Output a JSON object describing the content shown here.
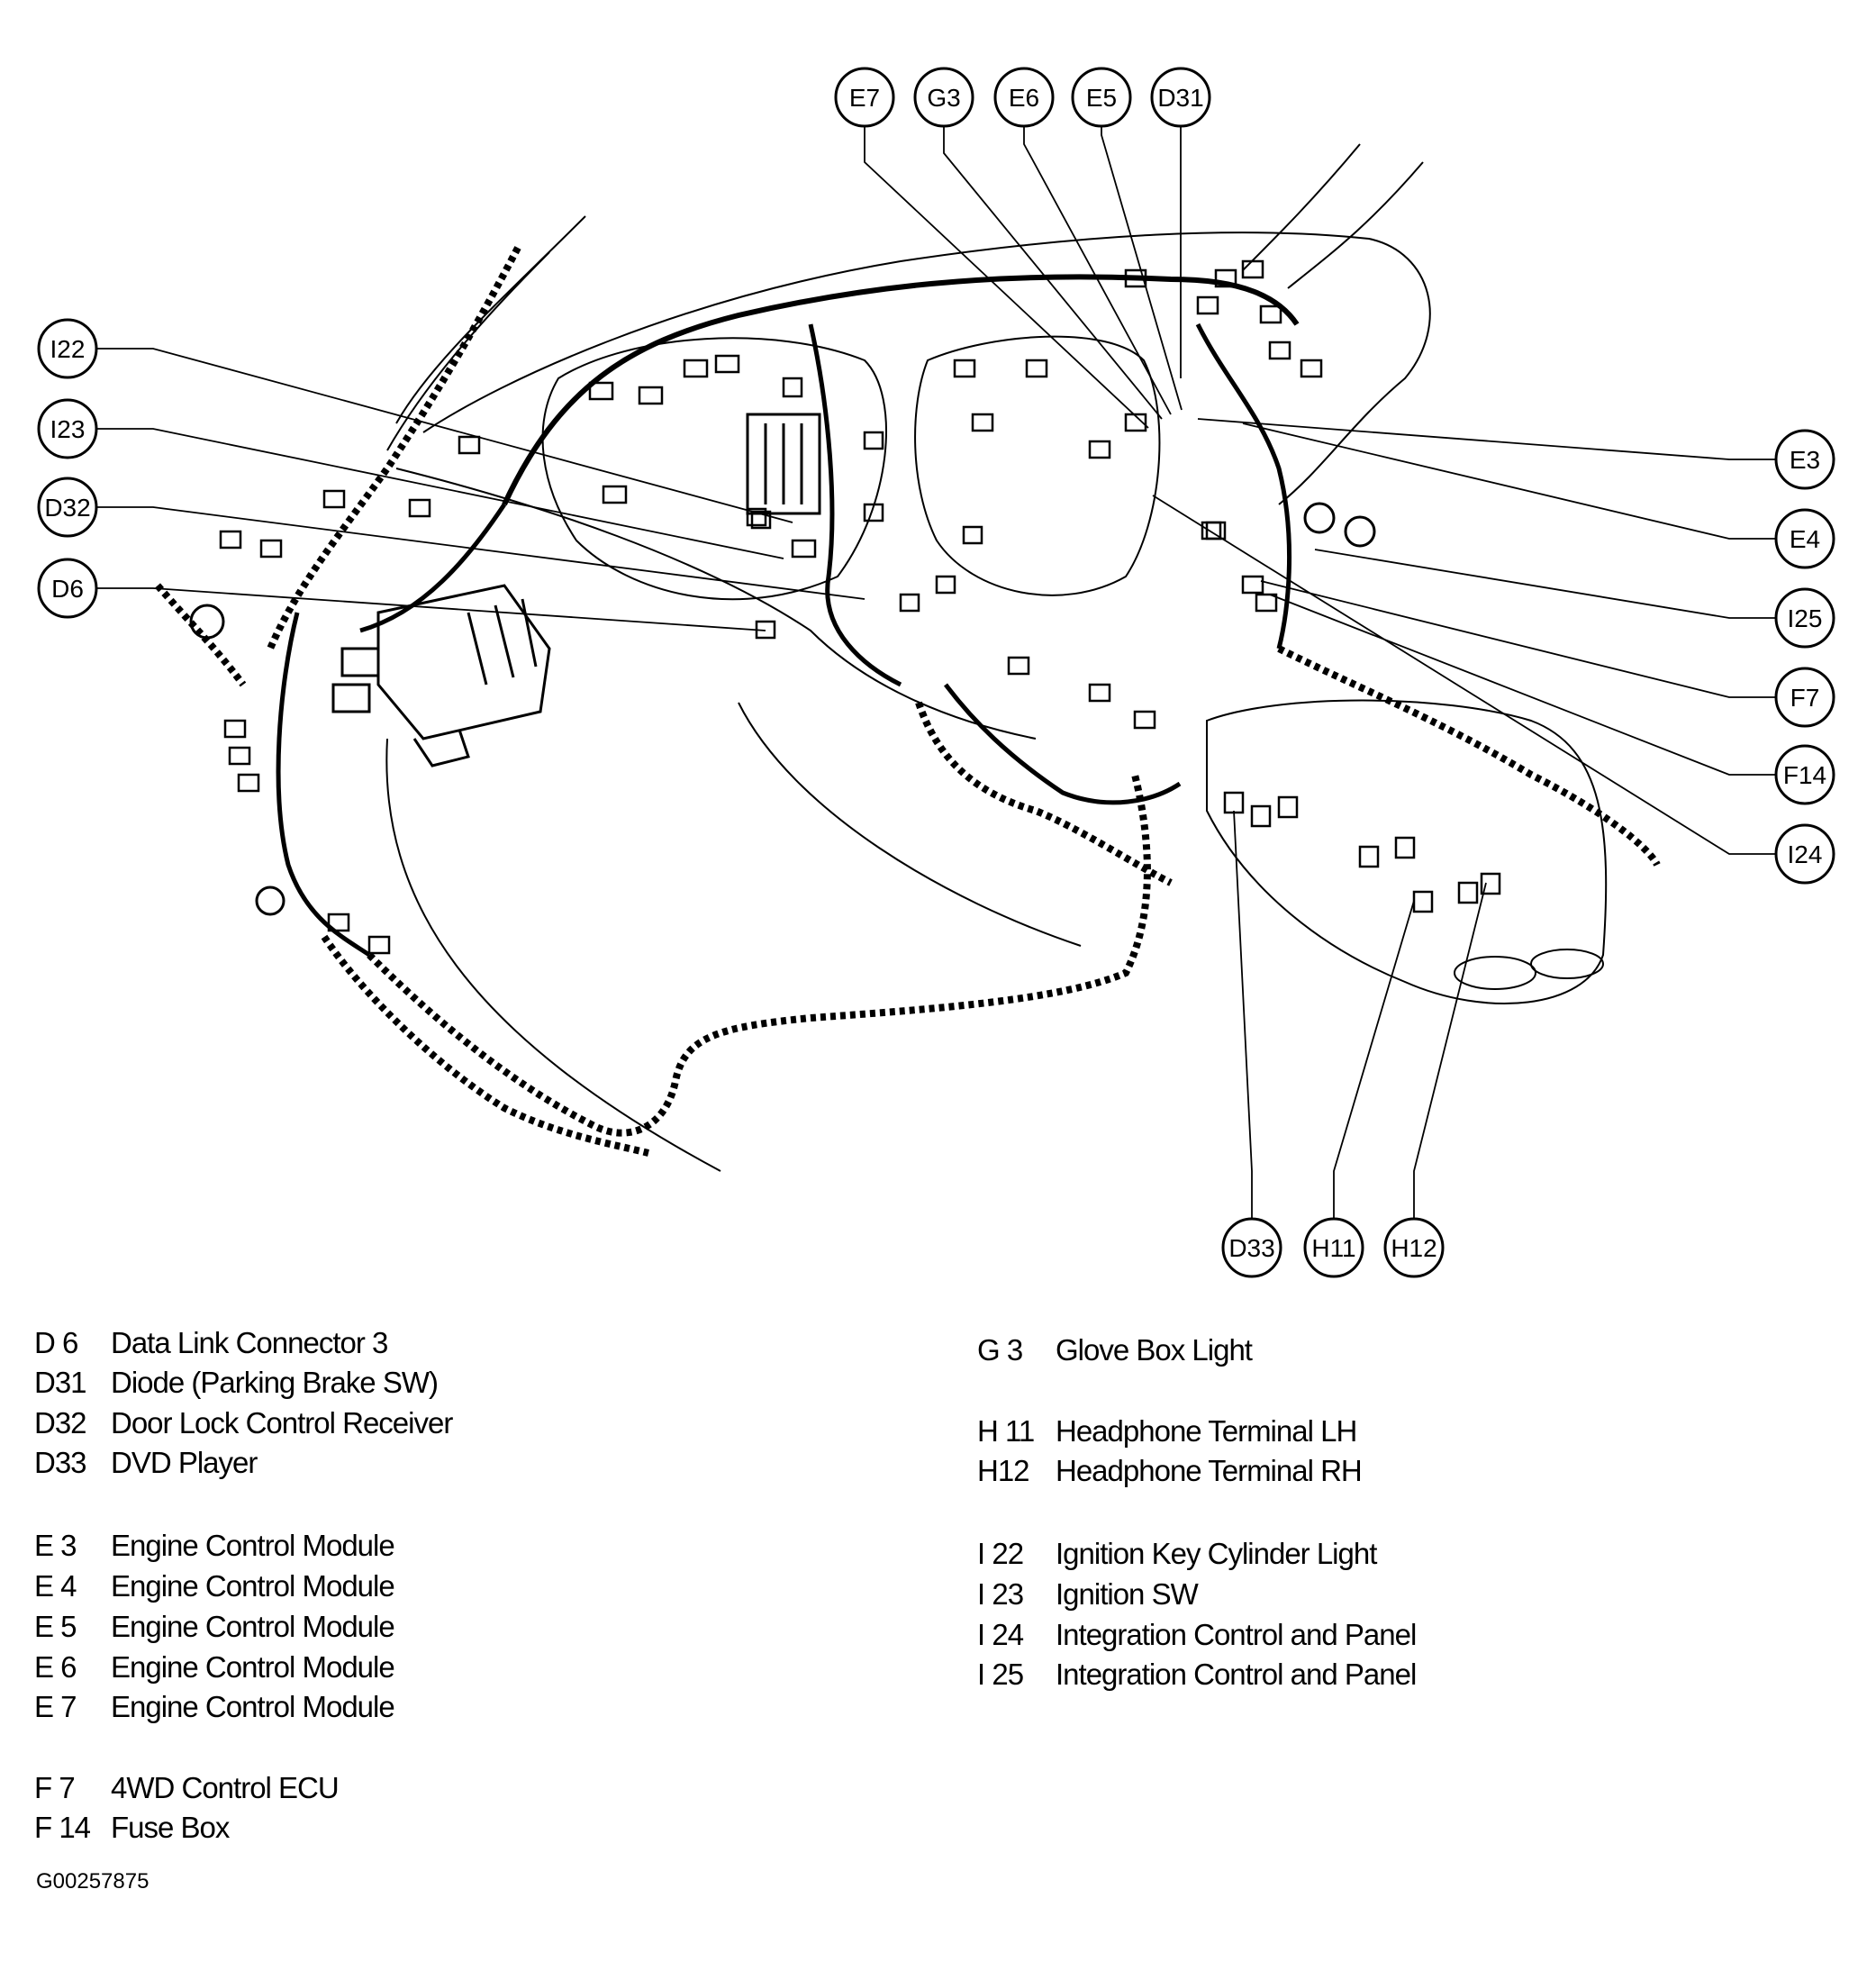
{
  "callouts": [
    {
      "id": "E7",
      "label": "E7"
    },
    {
      "id": "G3",
      "label": "G3"
    },
    {
      "id": "E6",
      "label": "E6"
    },
    {
      "id": "E5",
      "label": "E5"
    },
    {
      "id": "D31",
      "label": "D31"
    },
    {
      "id": "I22",
      "label": "I22"
    },
    {
      "id": "I23",
      "label": "I23"
    },
    {
      "id": "D32",
      "label": "D32"
    },
    {
      "id": "D6",
      "label": "D6"
    },
    {
      "id": "E3",
      "label": "E3"
    },
    {
      "id": "E4",
      "label": "E4"
    },
    {
      "id": "I25",
      "label": "I25"
    },
    {
      "id": "F7",
      "label": "F7"
    },
    {
      "id": "F14",
      "label": "F14"
    },
    {
      "id": "I24",
      "label": "I24"
    },
    {
      "id": "D33",
      "label": "D33"
    },
    {
      "id": "H11",
      "label": "H11"
    },
    {
      "id": "H12",
      "label": "H12"
    }
  ],
  "legend": {
    "left": [
      {
        "code": "D  6",
        "desc": "Data Link Connector 3"
      },
      {
        "code": "D31",
        "desc": "Diode (Parking Brake SW)"
      },
      {
        "code": "D32",
        "desc": "Door Lock Control Receiver"
      },
      {
        "code": "D33",
        "desc": "DVD Player"
      },
      {
        "code": "E  3",
        "desc": "Engine Control Module"
      },
      {
        "code": "E  4",
        "desc": "Engine Control Module"
      },
      {
        "code": "E  5",
        "desc": "Engine Control Module"
      },
      {
        "code": "E  6",
        "desc": "Engine Control Module"
      },
      {
        "code": "E  7",
        "desc": "Engine Control Module"
      },
      {
        "code": "F  7",
        "desc": "4WD Control ECU"
      },
      {
        "code": "F 14",
        "desc": "Fuse Box"
      }
    ],
    "right": [
      {
        "code": "G  3",
        "desc": "Glove Box Light"
      },
      {
        "code": "H 11",
        "desc": "Headphone Terminal LH"
      },
      {
        "code": "H12",
        "desc": "Headphone Terminal RH"
      },
      {
        "code": "I  22",
        "desc": "Ignition Key Cylinder Light"
      },
      {
        "code": "I  23",
        "desc": "Ignition SW"
      },
      {
        "code": "I  24",
        "desc": "Integration Control and Panel"
      },
      {
        "code": "I  25",
        "desc": "Integration Control and Panel"
      }
    ]
  },
  "figure_id": "G00257875"
}
